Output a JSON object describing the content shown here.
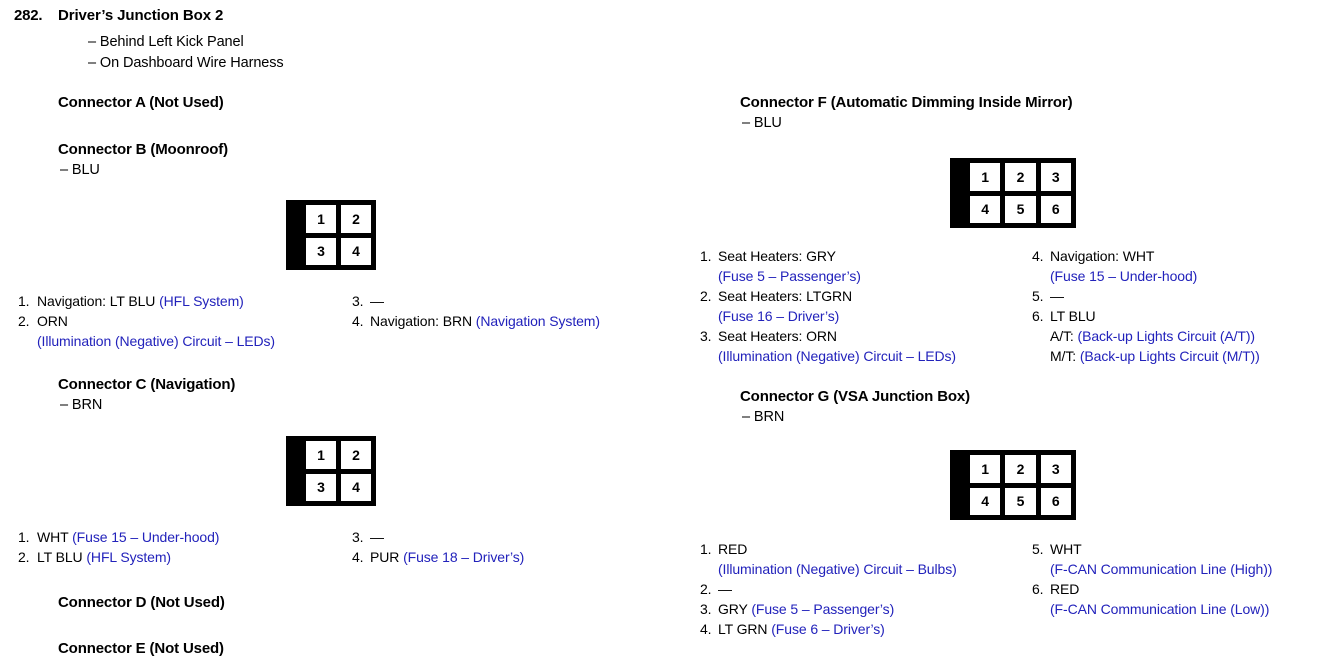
{
  "section": {
    "number": "282.",
    "title": "Driver’s Junction Box 2",
    "locations": [
      "– Behind Left Kick Panel",
      "– On Dashboard Wire Harness"
    ]
  },
  "colors": {
    "text": "#000000",
    "reference": "#2222bb",
    "diagram": "#000000",
    "background": "#ffffff"
  },
  "connectors": {
    "a": {
      "heading": "Connector A (Not Used)"
    },
    "b": {
      "heading": "Connector B (Moonroof)",
      "wire_color": "– BLU",
      "diagram": {
        "rows": 2,
        "cols": 2,
        "pins": [
          "1",
          "2",
          "3",
          "4"
        ]
      },
      "pins_left": [
        {
          "num": "1.",
          "main": "Navigation: LT BLU ",
          "ref": "(HFL System)"
        },
        {
          "num": "2.",
          "main": "ORN",
          "sub_ref": "(Illumination (Negative) Circuit – LEDs)"
        }
      ],
      "pins_right": [
        {
          "num": "3.",
          "main": "—"
        },
        {
          "num": "4.",
          "main": "Navigation: BRN ",
          "ref": "(Navigation System)"
        }
      ]
    },
    "c": {
      "heading": "Connector C (Navigation)",
      "wire_color": "– BRN",
      "diagram": {
        "rows": 2,
        "cols": 2,
        "pins": [
          "1",
          "2",
          "3",
          "4"
        ]
      },
      "pins_left": [
        {
          "num": "1.",
          "main": "WHT ",
          "ref": "(Fuse 15 – Under-hood)"
        },
        {
          "num": "2.",
          "main": "LT BLU ",
          "ref": "(HFL System)"
        }
      ],
      "pins_right": [
        {
          "num": "3.",
          "main": "—"
        },
        {
          "num": "4.",
          "main": "PUR ",
          "ref": "(Fuse 18 – Driver’s)"
        }
      ]
    },
    "d": {
      "heading": "Connector D (Not Used)"
    },
    "e": {
      "heading": "Connector E (Not Used)"
    },
    "f": {
      "heading": "Connector F (Automatic Dimming Inside Mirror)",
      "wire_color": "– BLU",
      "diagram": {
        "rows": 2,
        "cols": 3,
        "pins": [
          "1",
          "2",
          "3",
          "4",
          "5",
          "6"
        ]
      },
      "pins_left": [
        {
          "num": "1.",
          "main": "Seat Heaters: GRY",
          "sub_ref": "(Fuse 5 – Passenger’s)"
        },
        {
          "num": "2.",
          "main": "Seat Heaters: LTGRN",
          "sub_ref": "(Fuse 16 – Driver’s)"
        },
        {
          "num": "3.",
          "main": "Seat Heaters: ORN",
          "sub_ref": "(Illumination (Negative) Circuit – LEDs)"
        }
      ],
      "pins_right": [
        {
          "num": "4.",
          "main": "Navigation: WHT",
          "sub_ref": "(Fuse 15 – Under-hood)"
        },
        {
          "num": "5.",
          "main": "—"
        },
        {
          "num": "6.",
          "main": "LT BLU",
          "sub_lines": [
            {
              "label": "A/T: ",
              "ref": "(Back-up Lights Circuit (A/T))"
            },
            {
              "label": "M/T: ",
              "ref": "(Back-up Lights Circuit (M/T))"
            }
          ]
        }
      ]
    },
    "g": {
      "heading": "Connector G (VSA Junction Box)",
      "wire_color": "– BRN",
      "diagram": {
        "rows": 2,
        "cols": 3,
        "pins": [
          "1",
          "2",
          "3",
          "4",
          "5",
          "6"
        ]
      },
      "pins_left": [
        {
          "num": "1.",
          "main": "RED",
          "sub_ref": "(Illumination (Negative) Circuit – Bulbs)"
        },
        {
          "num": "2.",
          "main": "—"
        },
        {
          "num": "3.",
          "main": "GRY ",
          "ref": "(Fuse 5 – Passenger’s)"
        },
        {
          "num": "4.",
          "main": "LT GRN ",
          "ref": "(Fuse 6 – Driver’s)"
        }
      ],
      "pins_right": [
        {
          "num": "5.",
          "main": "WHT",
          "sub_ref": "(F-CAN Communication Line (High))"
        },
        {
          "num": "6.",
          "main": "RED",
          "sub_ref": "(F-CAN Communication Line (Low))"
        }
      ]
    }
  }
}
